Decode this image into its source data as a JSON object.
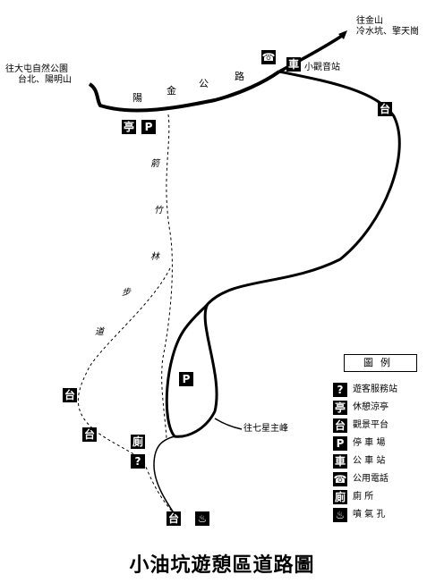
{
  "title": "小油坑遊憩區道路圖",
  "road_name_chars": [
    "陽",
    "金",
    "公",
    "路"
  ],
  "trail_name_chars": [
    "箭",
    "竹",
    "林",
    "步",
    "道"
  ],
  "labels": {
    "jinshan_line1": "往金山",
    "jinshan_line2": "冷水坑、擎天崗",
    "datun_line1": "往大屯自然公園",
    "datun_line2": "台北、陽明山",
    "xiaoguanyin": "小觀音站",
    "qixing": "往七星主峰"
  },
  "legend": {
    "title": "圖例",
    "items": [
      {
        "icon": "info-icon",
        "glyph": "?",
        "label": "遊客服務站"
      },
      {
        "icon": "pavilion-icon",
        "glyph": "亭",
        "label": "休憩涼亭"
      },
      {
        "icon": "viewpoint-icon",
        "glyph": "台",
        "label": "觀景平台"
      },
      {
        "icon": "parking-icon",
        "glyph": "P",
        "label": "停 車 場"
      },
      {
        "icon": "bus-stop-icon",
        "glyph": "車",
        "label": "公 車 站"
      },
      {
        "icon": "phone-icon",
        "glyph": "☎",
        "label": "公用電話"
      },
      {
        "icon": "toilet-icon",
        "glyph": "廁",
        "label": "廁  所"
      },
      {
        "icon": "fumarole-icon",
        "glyph": "♨",
        "label": "噴 氣 孔"
      }
    ]
  },
  "colors": {
    "ink": "#000000",
    "paper": "#ffffff"
  }
}
